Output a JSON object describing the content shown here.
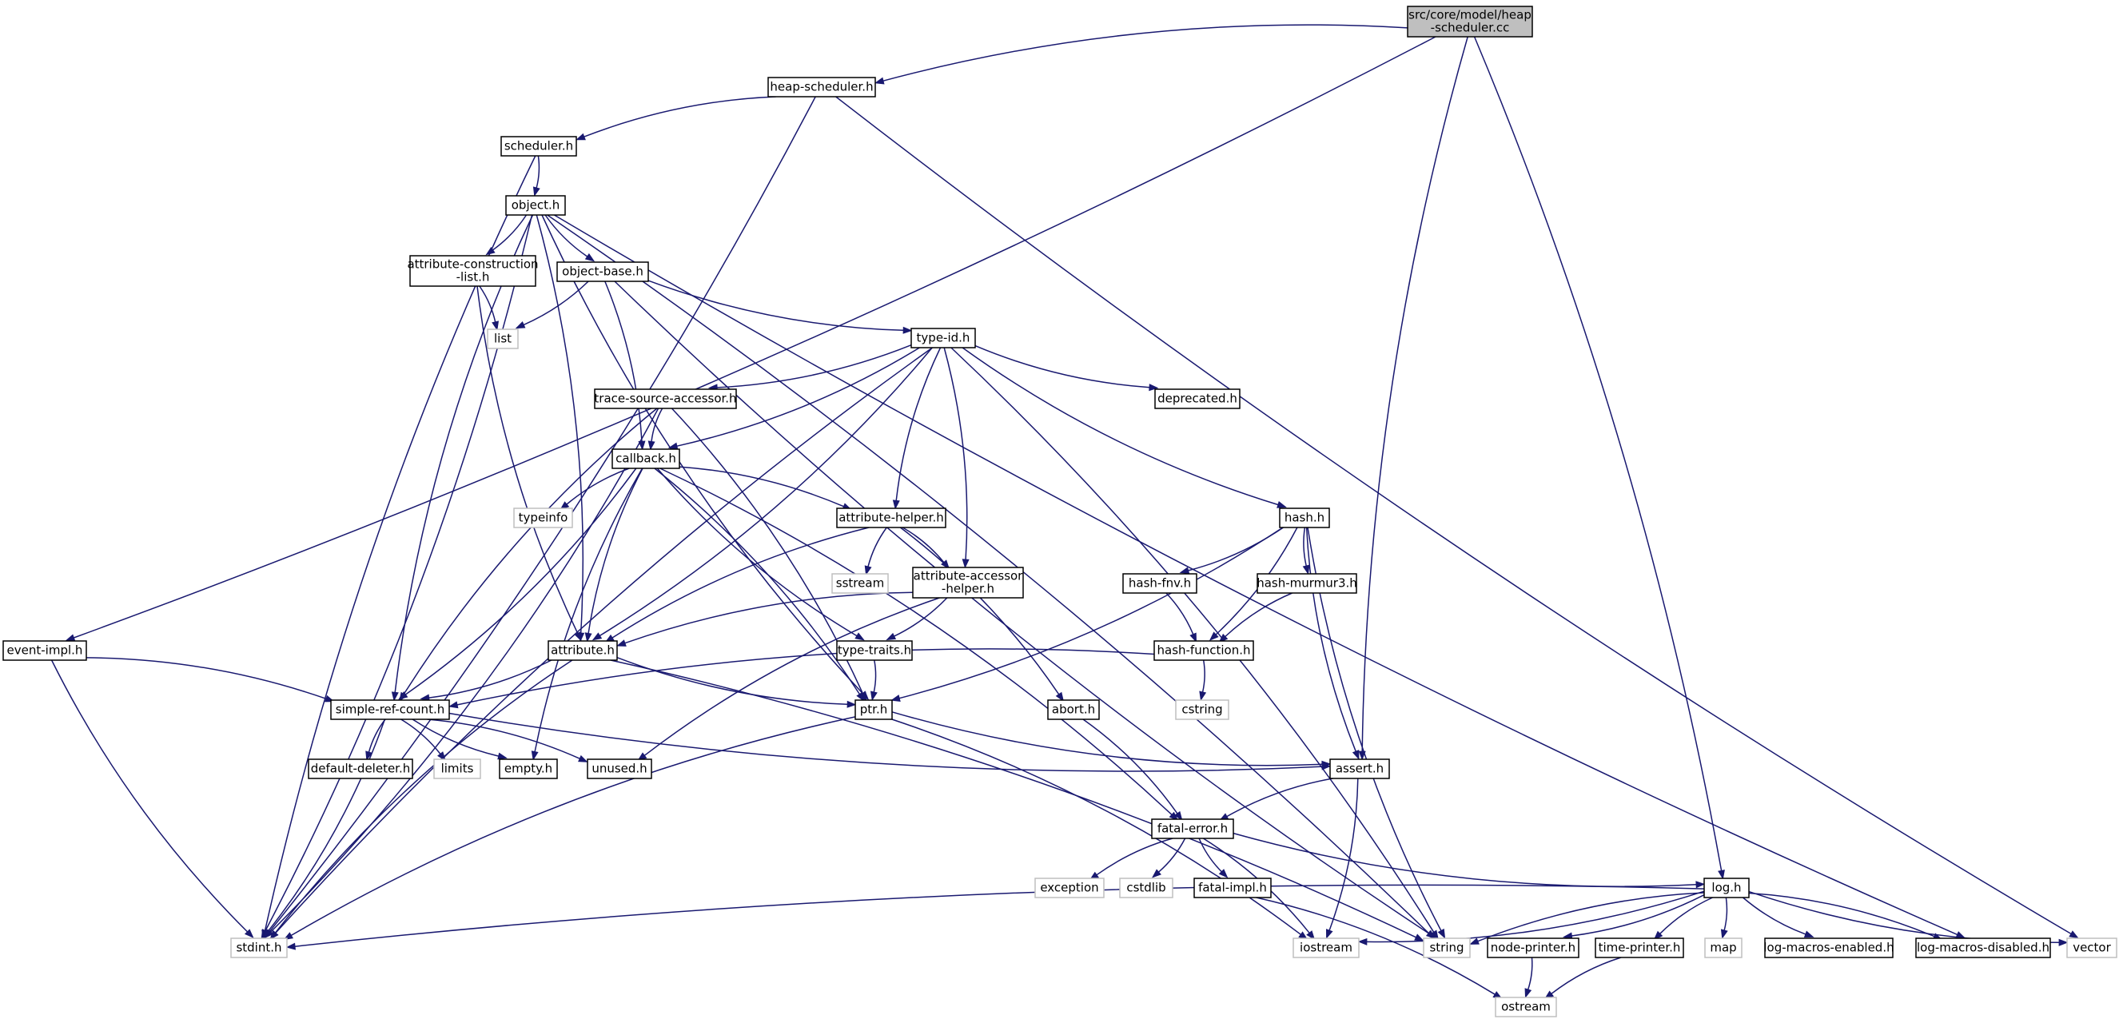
{
  "diagram": {
    "type": "include-dependency-graph",
    "colors": {
      "edge": "#191970",
      "root_fill": "#bfbfbf",
      "linked_border": "#000000",
      "external_border": "#bfbfbf",
      "text": "#000000"
    },
    "nodes": [
      {
        "id": "root",
        "label": [
          "src/core/model/heap",
          "-scheduler.cc"
        ],
        "kind": "root"
      },
      {
        "id": "heap-scheduler.h",
        "label": [
          "heap-scheduler.h"
        ],
        "kind": "linked"
      },
      {
        "id": "scheduler.h",
        "label": [
          "scheduler.h"
        ],
        "kind": "linked"
      },
      {
        "id": "object.h",
        "label": [
          "object.h"
        ],
        "kind": "linked"
      },
      {
        "id": "attribute-construction-list.h",
        "label": [
          "attribute-construction",
          "-list.h"
        ],
        "kind": "linked"
      },
      {
        "id": "object-base.h",
        "label": [
          "object-base.h"
        ],
        "kind": "linked"
      },
      {
        "id": "list",
        "label": [
          "list"
        ],
        "kind": "external"
      },
      {
        "id": "type-id.h",
        "label": [
          "type-id.h"
        ],
        "kind": "linked"
      },
      {
        "id": "trace-source-accessor.h",
        "label": [
          "trace-source-accessor.h"
        ],
        "kind": "linked"
      },
      {
        "id": "deprecated.h",
        "label": [
          "deprecated.h"
        ],
        "kind": "linked"
      },
      {
        "id": "callback.h",
        "label": [
          "callback.h"
        ],
        "kind": "linked"
      },
      {
        "id": "typeinfo",
        "label": [
          "typeinfo"
        ],
        "kind": "external"
      },
      {
        "id": "attribute-helper.h",
        "label": [
          "attribute-helper.h"
        ],
        "kind": "linked"
      },
      {
        "id": "sstream",
        "label": [
          "sstream"
        ],
        "kind": "external"
      },
      {
        "id": "attribute-accessor-helper.h",
        "label": [
          "attribute-accessor",
          "-helper.h"
        ],
        "kind": "linked"
      },
      {
        "id": "hash.h",
        "label": [
          "hash.h"
        ],
        "kind": "linked"
      },
      {
        "id": "hash-fnv.h",
        "label": [
          "hash-fnv.h"
        ],
        "kind": "linked"
      },
      {
        "id": "hash-murmur3.h",
        "label": [
          "hash-murmur3.h"
        ],
        "kind": "linked"
      },
      {
        "id": "hash-function.h",
        "label": [
          "hash-function.h"
        ],
        "kind": "linked"
      },
      {
        "id": "cstring",
        "label": [
          "cstring"
        ],
        "kind": "external"
      },
      {
        "id": "event-impl.h",
        "label": [
          "event-impl.h"
        ],
        "kind": "linked"
      },
      {
        "id": "attribute.h",
        "label": [
          "attribute.h"
        ],
        "kind": "linked"
      },
      {
        "id": "type-traits.h",
        "label": [
          "type-traits.h"
        ],
        "kind": "linked"
      },
      {
        "id": "simple-ref-count.h",
        "label": [
          "simple-ref-count.h"
        ],
        "kind": "linked"
      },
      {
        "id": "ptr.h",
        "label": [
          "ptr.h"
        ],
        "kind": "linked"
      },
      {
        "id": "abort.h",
        "label": [
          "abort.h"
        ],
        "kind": "linked"
      },
      {
        "id": "default-deleter.h",
        "label": [
          "default-deleter.h"
        ],
        "kind": "linked"
      },
      {
        "id": "limits",
        "label": [
          "limits"
        ],
        "kind": "external"
      },
      {
        "id": "empty.h",
        "label": [
          "empty.h"
        ],
        "kind": "linked"
      },
      {
        "id": "unused.h",
        "label": [
          "unused.h"
        ],
        "kind": "linked"
      },
      {
        "id": "assert.h",
        "label": [
          "assert.h"
        ],
        "kind": "linked"
      },
      {
        "id": "fatal-error.h",
        "label": [
          "fatal-error.h"
        ],
        "kind": "linked"
      },
      {
        "id": "exception",
        "label": [
          "exception"
        ],
        "kind": "external"
      },
      {
        "id": "cstdlib",
        "label": [
          "cstdlib"
        ],
        "kind": "external"
      },
      {
        "id": "fatal-impl.h",
        "label": [
          "fatal-impl.h"
        ],
        "kind": "linked"
      },
      {
        "id": "log.h",
        "label": [
          "log.h"
        ],
        "kind": "linked"
      },
      {
        "id": "stdint.h",
        "label": [
          "stdint.h"
        ],
        "kind": "external"
      },
      {
        "id": "iostream",
        "label": [
          "iostream"
        ],
        "kind": "external"
      },
      {
        "id": "string",
        "label": [
          "string"
        ],
        "kind": "external"
      },
      {
        "id": "node-printer.h",
        "label": [
          "node-printer.h"
        ],
        "kind": "linked"
      },
      {
        "id": "time-printer.h",
        "label": [
          "time-printer.h"
        ],
        "kind": "linked"
      },
      {
        "id": "map",
        "label": [
          "map"
        ],
        "kind": "external"
      },
      {
        "id": "log-macros-enabled.h",
        "label": [
          "log-macros-enabled.h"
        ],
        "kind": "linked"
      },
      {
        "id": "log-macros-disabled.h",
        "label": [
          "log-macros-disabled.h"
        ],
        "kind": "linked"
      },
      {
        "id": "vector",
        "label": [
          "vector"
        ],
        "kind": "external"
      },
      {
        "id": "ostream",
        "label": [
          "ostream"
        ],
        "kind": "external"
      }
    ],
    "edges": [
      [
        "root",
        "heap-scheduler.h"
      ],
      [
        "root",
        "event-impl.h"
      ],
      [
        "root",
        "assert.h"
      ],
      [
        "root",
        "log.h"
      ],
      [
        "heap-scheduler.h",
        "scheduler.h"
      ],
      [
        "heap-scheduler.h",
        "stdint.h"
      ],
      [
        "heap-scheduler.h",
        "vector"
      ],
      [
        "scheduler.h",
        "object.h"
      ],
      [
        "scheduler.h",
        "stdint.h"
      ],
      [
        "object.h",
        "attribute-construction-list.h"
      ],
      [
        "object.h",
        "object-base.h"
      ],
      [
        "object.h",
        "stdint.h"
      ],
      [
        "object.h",
        "simple-ref-count.h"
      ],
      [
        "object.h",
        "attribute.h"
      ],
      [
        "object.h",
        "ptr.h"
      ],
      [
        "object.h",
        "string"
      ],
      [
        "object.h",
        "log-macros-disabled.h"
      ],
      [
        "attribute-construction-list.h",
        "list"
      ],
      [
        "attribute-construction-list.h",
        "attribute.h"
      ],
      [
        "object-base.h",
        "list"
      ],
      [
        "object-base.h",
        "type-id.h"
      ],
      [
        "object-base.h",
        "callback.h"
      ],
      [
        "object-base.h",
        "string"
      ],
      [
        "type-id.h",
        "trace-source-accessor.h"
      ],
      [
        "type-id.h",
        "deprecated.h"
      ],
      [
        "type-id.h",
        "callback.h"
      ],
      [
        "type-id.h",
        "attribute-helper.h"
      ],
      [
        "type-id.h",
        "attribute-accessor-helper.h"
      ],
      [
        "type-id.h",
        "hash.h"
      ],
      [
        "type-id.h",
        "attribute.h"
      ],
      [
        "type-id.h",
        "stdint.h"
      ],
      [
        "type-id.h",
        "string"
      ],
      [
        "trace-source-accessor.h",
        "callback.h"
      ],
      [
        "trace-source-accessor.h",
        "stdint.h"
      ],
      [
        "trace-source-accessor.h",
        "simple-ref-count.h"
      ],
      [
        "trace-source-accessor.h",
        "ptr.h"
      ],
      [
        "callback.h",
        "typeinfo"
      ],
      [
        "callback.h",
        "attribute-helper.h"
      ],
      [
        "callback.h",
        "attribute.h"
      ],
      [
        "callback.h",
        "simple-ref-count.h"
      ],
      [
        "callback.h",
        "empty.h"
      ],
      [
        "callback.h",
        "ptr.h"
      ],
      [
        "callback.h",
        "type-traits.h"
      ],
      [
        "callback.h",
        "fatal-error.h"
      ],
      [
        "attribute-helper.h",
        "sstream"
      ],
      [
        "attribute-helper.h",
        "attribute-accessor-helper.h"
      ],
      [
        "attribute-helper.h",
        "attribute.h"
      ],
      [
        "attribute-helper.h",
        "abort.h"
      ],
      [
        "attribute-accessor-helper.h",
        "attribute.h"
      ],
      [
        "attribute-accessor-helper.h",
        "type-traits.h"
      ],
      [
        "attribute-accessor-helper.h",
        "unused.h"
      ],
      [
        "hash.h",
        "hash-fnv.h"
      ],
      [
        "hash.h",
        "hash-murmur3.h"
      ],
      [
        "hash.h",
        "hash-function.h"
      ],
      [
        "hash.h",
        "assert.h"
      ],
      [
        "hash.h",
        "ptr.h"
      ],
      [
        "hash.h",
        "string"
      ],
      [
        "hash-fnv.h",
        "hash-function.h"
      ],
      [
        "hash-murmur3.h",
        "hash-function.h"
      ],
      [
        "hash-function.h",
        "cstring"
      ],
      [
        "hash-function.h",
        "simple-ref-count.h"
      ],
      [
        "event-impl.h",
        "simple-ref-count.h"
      ],
      [
        "event-impl.h",
        "stdint.h"
      ],
      [
        "attribute.h",
        "simple-ref-count.h"
      ],
      [
        "attribute.h",
        "ptr.h"
      ],
      [
        "attribute.h",
        "string"
      ],
      [
        "attribute.h",
        "stdint.h"
      ],
      [
        "type-traits.h",
        "ptr.h"
      ],
      [
        "simple-ref-count.h",
        "default-deleter.h"
      ],
      [
        "simple-ref-count.h",
        "limits"
      ],
      [
        "simple-ref-count.h",
        "empty.h"
      ],
      [
        "simple-ref-count.h",
        "unused.h"
      ],
      [
        "simple-ref-count.h",
        "assert.h"
      ],
      [
        "simple-ref-count.h",
        "stdint.h"
      ],
      [
        "ptr.h",
        "assert.h"
      ],
      [
        "ptr.h",
        "iostream"
      ],
      [
        "ptr.h",
        "stdint.h"
      ],
      [
        "abort.h",
        "fatal-error.h"
      ],
      [
        "assert.h",
        "fatal-error.h"
      ],
      [
        "assert.h",
        "iostream"
      ],
      [
        "fatal-error.h",
        "exception"
      ],
      [
        "fatal-error.h",
        "cstdlib"
      ],
      [
        "fatal-error.h",
        "fatal-impl.h"
      ],
      [
        "fatal-error.h",
        "iostream"
      ],
      [
        "fatal-error.h",
        "log.h"
      ],
      [
        "fatal-impl.h",
        "ostream"
      ],
      [
        "log.h",
        "stdint.h"
      ],
      [
        "log.h",
        "iostream"
      ],
      [
        "log.h",
        "string"
      ],
      [
        "log.h",
        "node-printer.h"
      ],
      [
        "log.h",
        "time-printer.h"
      ],
      [
        "log.h",
        "map"
      ],
      [
        "log.h",
        "log-macros-enabled.h"
      ],
      [
        "log.h",
        "log-macros-disabled.h"
      ],
      [
        "log.h",
        "vector"
      ],
      [
        "node-printer.h",
        "ostream"
      ],
      [
        "time-printer.h",
        "ostream"
      ]
    ]
  }
}
